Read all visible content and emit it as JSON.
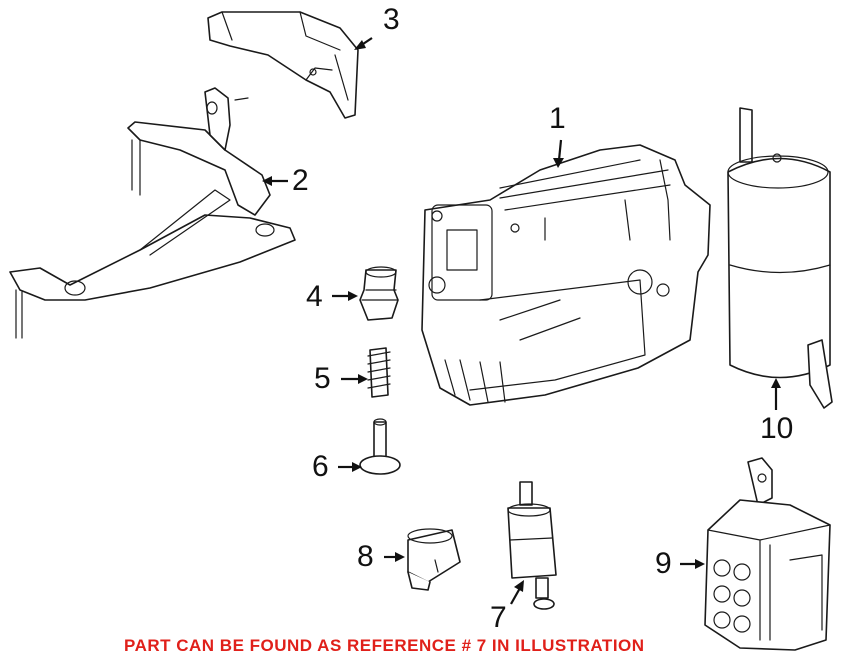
{
  "callouts": [
    "1",
    "2",
    "3",
    "4",
    "5",
    "6",
    "7",
    "8",
    "9",
    "10"
  ],
  "note": "PART CAN BE FOUND AS REFERENCE # 7 IN ILLUSTRATION",
  "colors": {
    "note": "#e0201a",
    "line": "#1a1a1a",
    "background": "#ffffff"
  }
}
